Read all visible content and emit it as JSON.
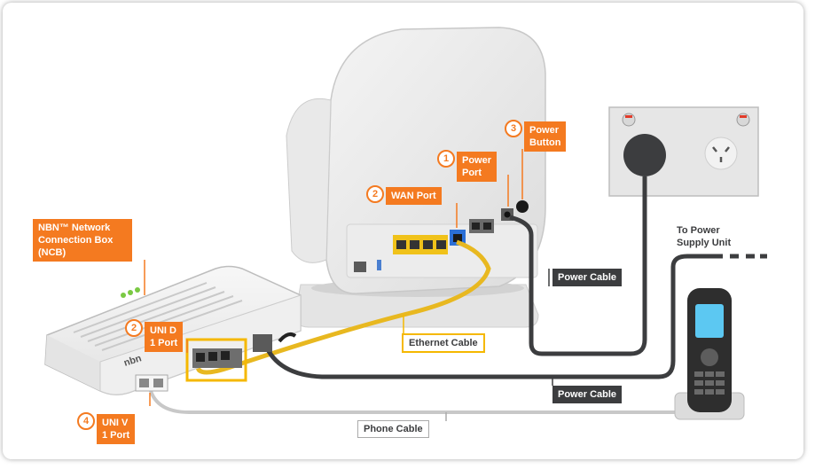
{
  "labels": {
    "ncb": "NBN™ Network Connection Box (NCB)",
    "uni_d_line1": "UNI D",
    "uni_d_line2": "1 Port",
    "uni_v_line1": "UNI V",
    "uni_v_line2": "1 Port",
    "wan_port": "WAN Port",
    "power_port_line1": "Power",
    "power_port_line2": "Port",
    "power_button_line1": "Power",
    "power_button_line2": "Button",
    "to_power_line1": "To Power",
    "to_power_line2": "Supply Unit",
    "power_cable_top": "Power Cable",
    "power_cable_bottom": "Power Cable",
    "ethernet_cable": "Ethernet Cable",
    "phone_cable": "Phone Cable",
    "ncb_logo": "nbn"
  },
  "markers": {
    "one": "1",
    "two_wan": "2",
    "two_uni": "2",
    "three": "3",
    "four": "4"
  },
  "colors": {
    "orange": "#f47a20",
    "ethernet": "#e8b820",
    "power_cable": "#3c3d3f",
    "phone_cable": "#c8c8c8",
    "wan_port": "#2b6fd6"
  }
}
